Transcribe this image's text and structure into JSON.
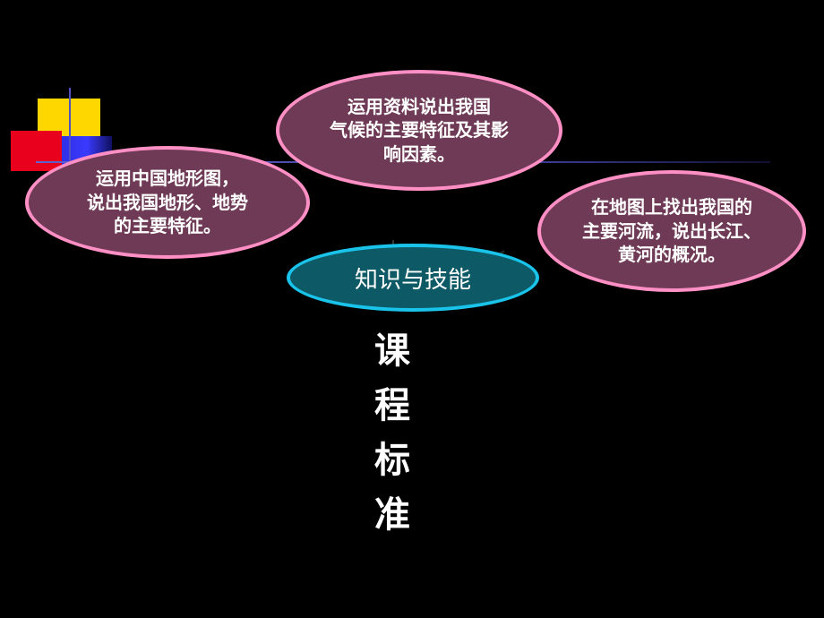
{
  "bubbles": {
    "left": "运用中国地形图，\n说出我国地形、地势\n的主要特征。",
    "top": "运用资料说出我国\n气候的主要特征及其影\n响因素。",
    "right": "在地图上找出我国的\n主要河流，说出长江、\n黄河的概况。"
  },
  "center_label": "知识与技能",
  "vertical_title": [
    "课",
    "程",
    "标",
    "准"
  ],
  "colors": {
    "background": "#000000",
    "bubble_fill": "#6e3a55",
    "bubble_border": "#ff8fc4",
    "center_fill": "#0d5a66",
    "center_border": "#19c3ea",
    "deco_yellow": "#ffd700",
    "deco_red": "#e8001c",
    "deco_blue": "#2a2ad8",
    "deco_line": "#4a4ab0"
  }
}
